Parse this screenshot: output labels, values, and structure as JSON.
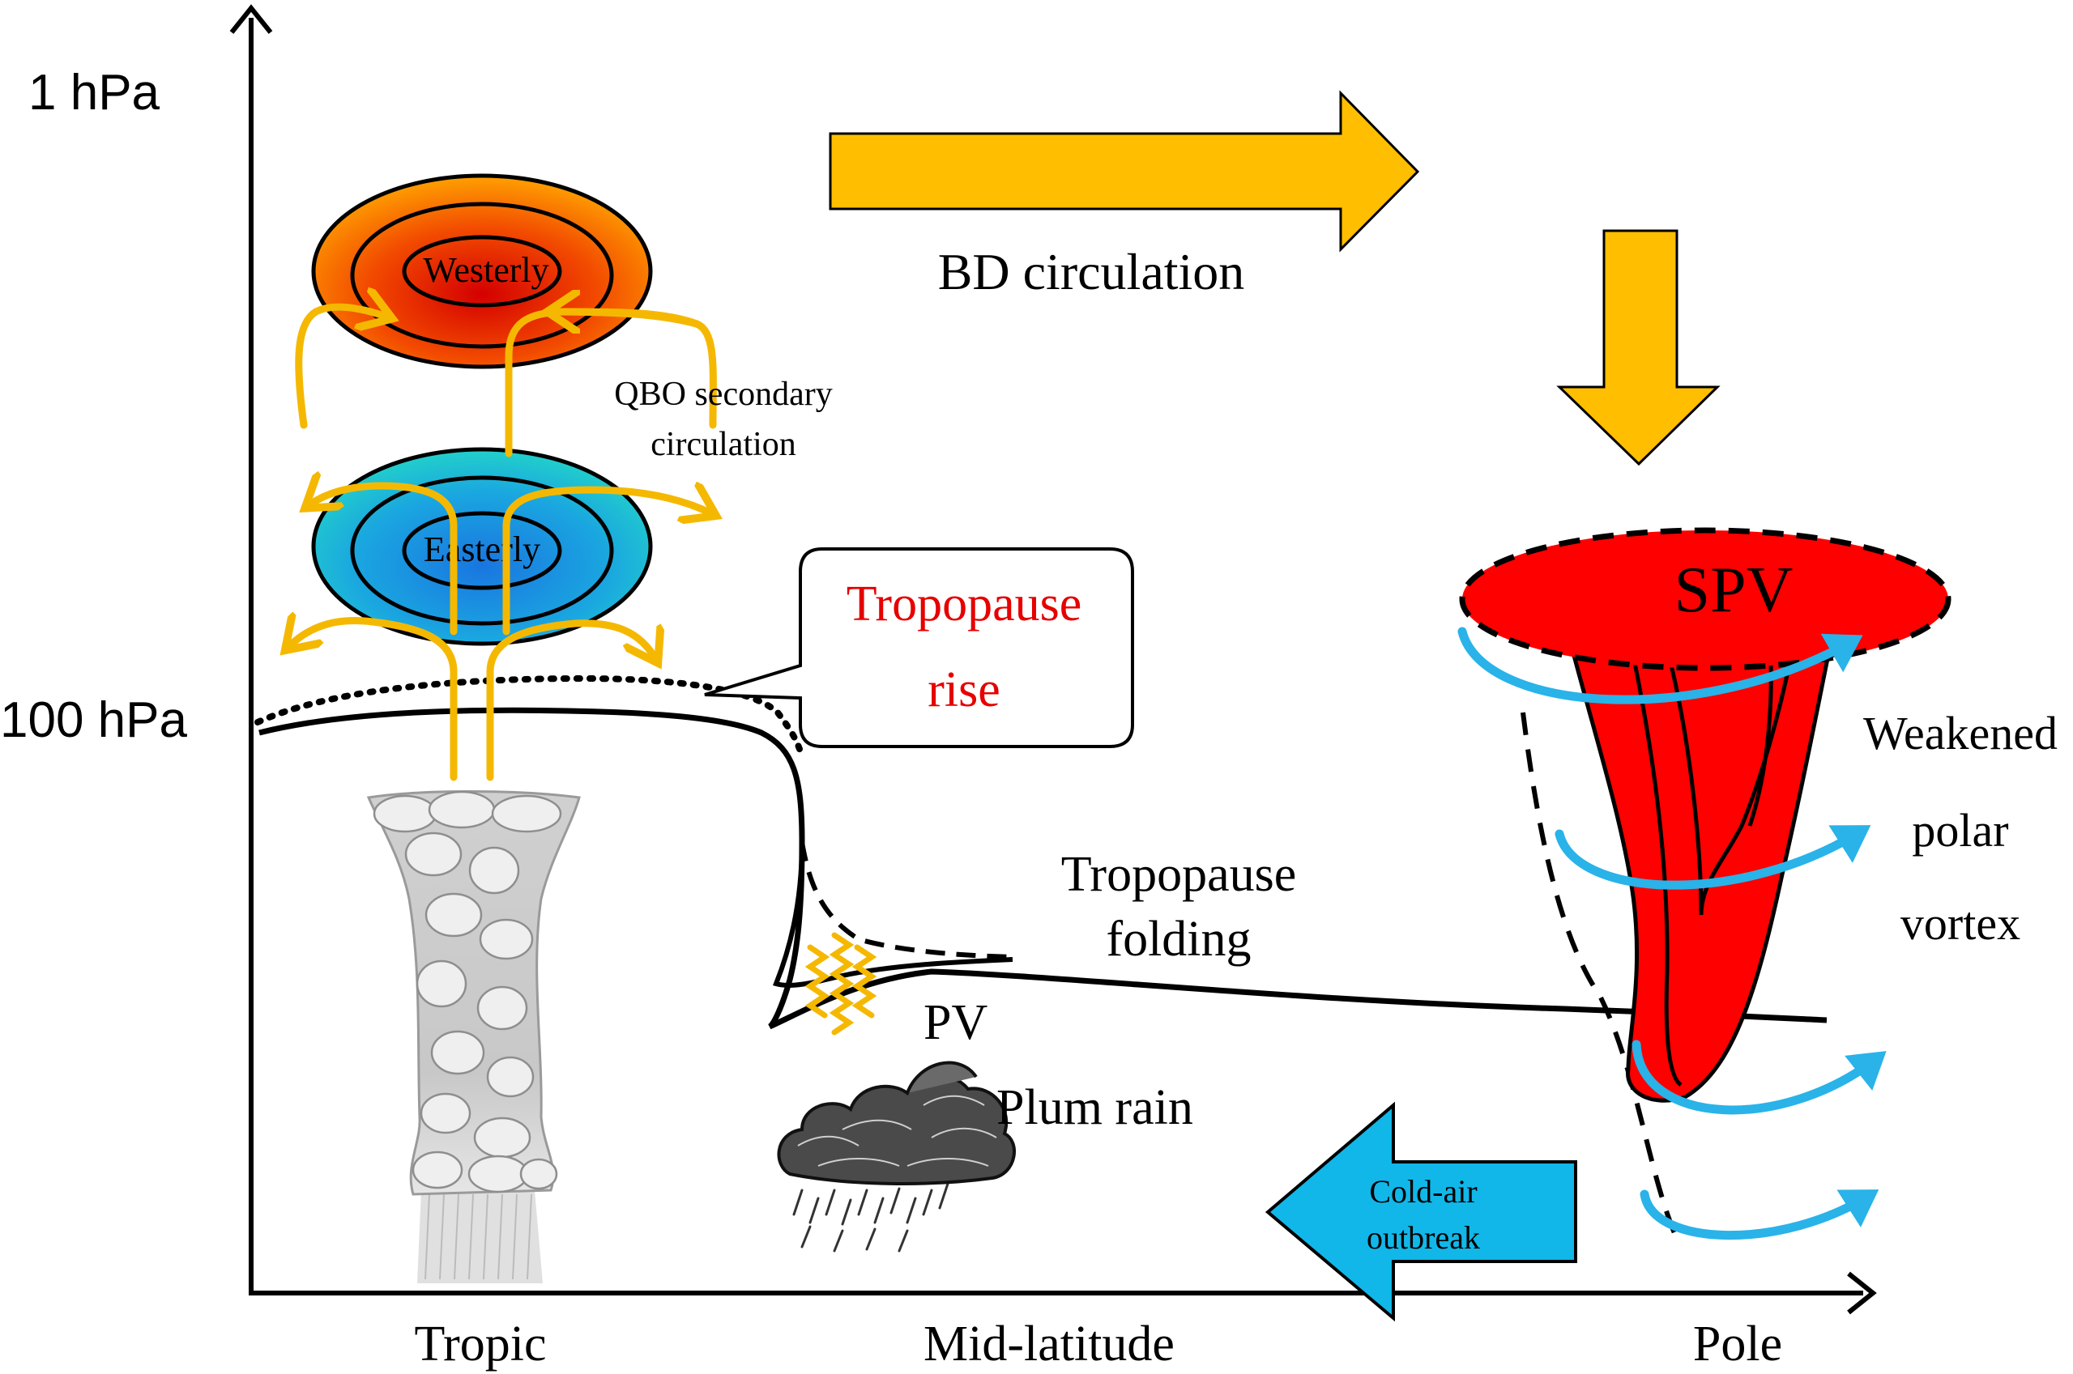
{
  "axes": {
    "y_top_label": "1 hPa",
    "y_mid_label": "100 hPa",
    "x_labels": [
      "Tropic",
      "Mid-latitude",
      "Pole"
    ]
  },
  "qbo": {
    "westerly_label": "Westerly",
    "easterly_label": "Easterly",
    "secondary_line1": "QBO secondary",
    "secondary_line2": "circulation"
  },
  "bd_circulation_label": "BD circulation",
  "tropopause_rise": {
    "line1": "Tropopause",
    "line2": "rise"
  },
  "tropopause_folding": {
    "line1": "Tropopause",
    "line2": "folding"
  },
  "pv_label": "PV",
  "plum_rain_label": "Plum rain",
  "spv_label": "SPV",
  "weakened_vortex": {
    "line1": "Weakened",
    "line2": "polar",
    "line3": "vortex"
  },
  "cold_air": {
    "line1": "Cold-air",
    "line2": "outbreak"
  },
  "colors": {
    "orange_arrow": "#FFBE00",
    "qbo_arrow": "#F5B800",
    "spv_red": "#FF0000",
    "tropopause_rise_text": "#E60000",
    "cold_air_blue": "#11B7E8",
    "swirl_blue": "#29B3E8"
  }
}
